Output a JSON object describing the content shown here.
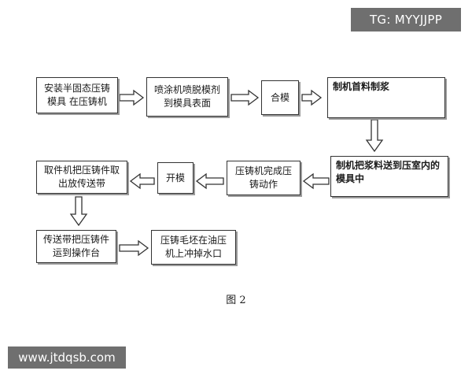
{
  "watermarks": {
    "top_right": "TG: MYYJJPP",
    "bottom_left": "www.jtdqsb.com"
  },
  "steps": {
    "s1": "安装半固态压铸模具 在压铸机",
    "s2": "喷涂机喷脱模剂到模具表面",
    "s3": "合模",
    "s4": "制机首料制浆",
    "s5": "制机把浆料送到压室内的模具中",
    "s6": "压铸机完成压铸动作",
    "s7": "开模",
    "s8": "取件机把压铸件取出放传送带",
    "s9": "传送带把压铸件运到操作台",
    "s10": "压铸毛坯在油压机上冲掉水口"
  },
  "caption": "图 2"
}
